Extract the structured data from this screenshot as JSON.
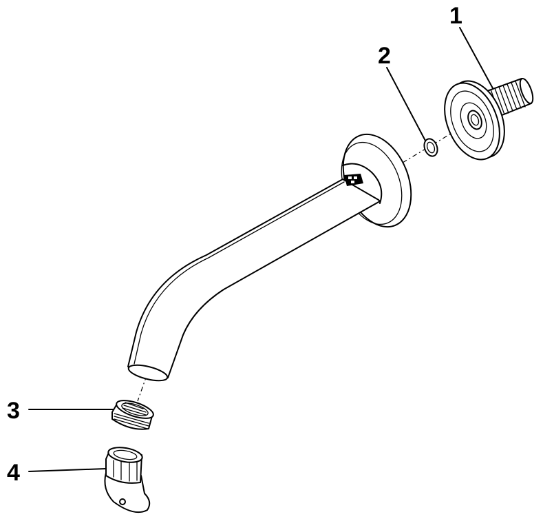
{
  "callouts": [
    {
      "label": "1",
      "part": "wall-connection-piece"
    },
    {
      "label": "2",
      "part": "o-ring"
    },
    {
      "label": "3",
      "part": "aerator"
    },
    {
      "label": "4",
      "part": "aerator-key"
    }
  ]
}
